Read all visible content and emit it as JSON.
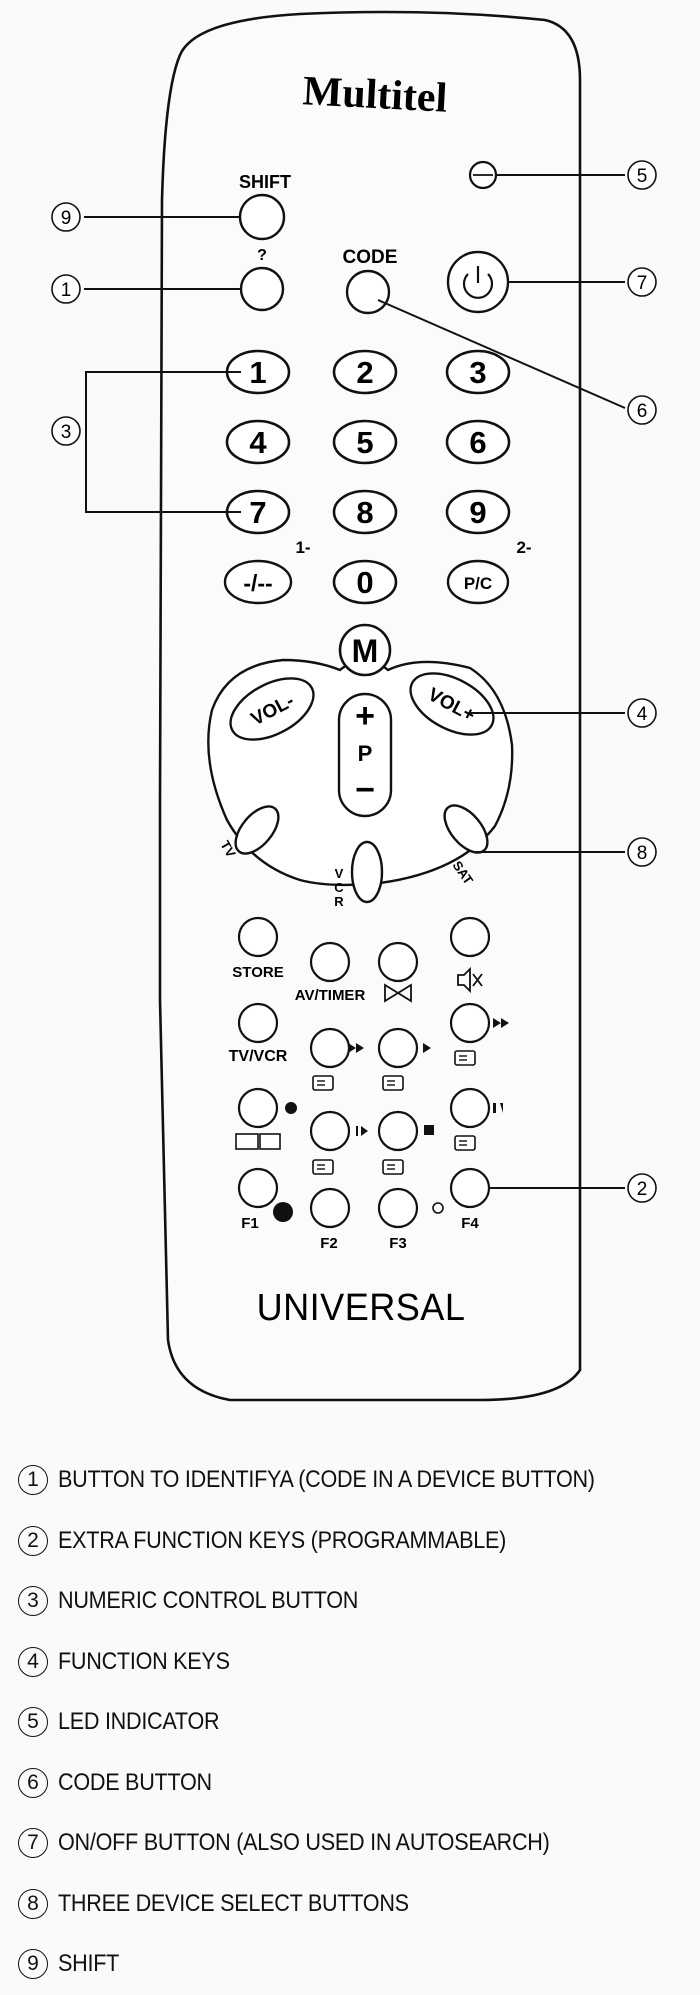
{
  "brand": "Multitel",
  "footer_label": "UNIVERSAL",
  "buttons": {
    "shift": "SHIFT",
    "question": "?",
    "code": "CODE",
    "minus_dash": "-/--",
    "one_dash": "1-",
    "pc": "P/C",
    "two_dash": "2-",
    "mute": "M",
    "vol_minus": "VOL-",
    "vol_plus": "VOL+",
    "p_plus": "+",
    "p_label": "P",
    "p_minus": "−",
    "tv": "TV",
    "vcr": "VCR",
    "sat": "SAT",
    "store": "STORE",
    "av_timer": "AV/TIMER",
    "tv_vcr": "TV/VCR",
    "f1": "F1",
    "f2": "F2",
    "f3": "F3",
    "f4": "F4"
  },
  "numpad": [
    "1",
    "2",
    "3",
    "4",
    "5",
    "6",
    "7",
    "8",
    "9",
    "0"
  ],
  "callouts": [
    "1",
    "2",
    "3",
    "4",
    "5",
    "6",
    "7",
    "8",
    "9"
  ],
  "legend": [
    {
      "num": "1",
      "text": "BUTTON TO IDENTIFYA (CODE IN A DEVICE BUTTON)"
    },
    {
      "num": "2",
      "text": "EXTRA FUNCTION KEYS (PROGRAMMABLE)"
    },
    {
      "num": "3",
      "text": "NUMERIC CONTROL BUTTON"
    },
    {
      "num": "4",
      "text": "FUNCTION KEYS"
    },
    {
      "num": "5",
      "text": "LED INDICATOR"
    },
    {
      "num": "6",
      "text": "CODE BUTTON"
    },
    {
      "num": "7",
      "text": "ON/OFF BUTTON (ALSO USED IN AUTOSEARCH)"
    },
    {
      "num": "8",
      "text": "THREE DEVICE SELECT BUTTONS"
    },
    {
      "num": "9",
      "text": "SHIFT"
    }
  ]
}
